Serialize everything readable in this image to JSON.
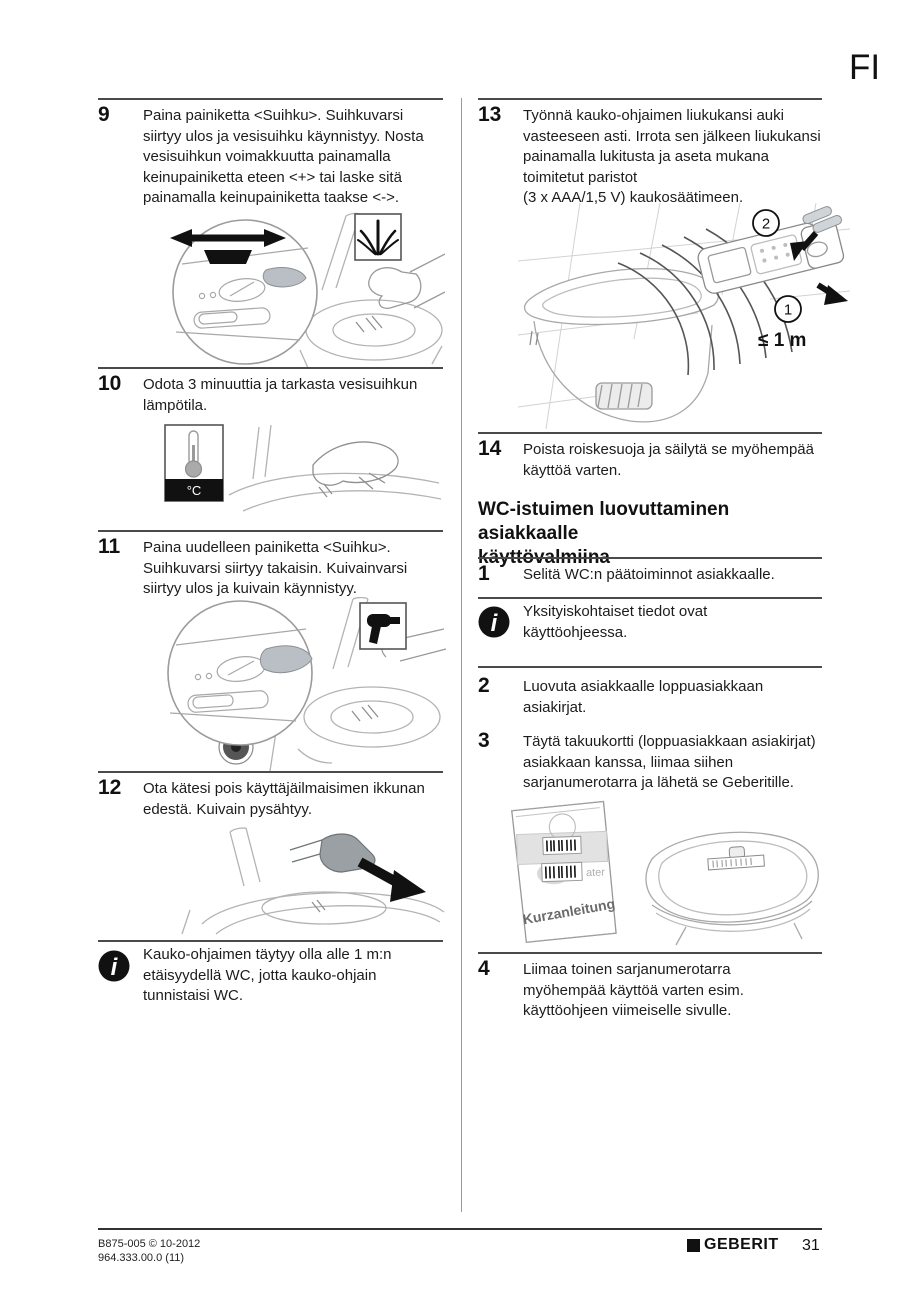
{
  "page": {
    "lang_label": "FI",
    "footer": {
      "doc_codes": "B875-005 © 10-2012\n964.333.00.0 (11)",
      "brand": "GEBERIT",
      "page_number": "31"
    }
  },
  "left_column": {
    "steps": [
      {
        "num": "9",
        "text": "Paina painiketta <Suihku>. Suihkuvarsi\nsiirtyy ulos ja vesisuihku käynnistyy. Nosta\nvesisuihkun voimakkuutta painamalla\nkeinupainiketta eteen <+> tai laske sitä\npainamalla keinupainiketta taakse <->."
      },
      {
        "num": "10",
        "text": "Odota 3 minuuttia ja tarkasta vesisuihkun\nlämpötila."
      },
      {
        "num": "11",
        "text": "Paina uudelleen painiketta <Suihku>.\nSuihkuvarsi siirtyy takaisin. Kuivainvarsi\nsiirtyy ulos ja kuivain käynnistyy."
      },
      {
        "num": "12",
        "text": "Ota kätesi pois käyttäjäilmaisimen ikkunan\nedestä. Kuivain pysähtyy."
      }
    ],
    "note": {
      "text": "Kauko-ohjaimen täytyy olla alle 1 m:n\netäisyydellä WC, jotta kauko-ohjain\ntunnistaisi WC."
    }
  },
  "right_column": {
    "steps_top": [
      {
        "num": "13",
        "text": "Työnnä kauko-ohjaimen liukukansi auki\nvasteeseen asti. Irrota sen jälkeen liukukansi\npainamalla lukitusta ja aseta mukana\ntoimitetut paristot\n(3 x AAA/1,5 V) kaukosäätimeen."
      },
      {
        "num": "14",
        "text": "Poista roiskesuoja ja säilytä se myöhempää\nkäyttöä varten."
      }
    ],
    "section_heading": "WC-istuimen luovuttaminen asiakkaalle\nkäyttövalmiina",
    "note": {
      "text": "Yksityiskohtaiset tiedot ovat\nkäyttöohjeessa."
    },
    "steps_bottom": [
      {
        "num": "1",
        "text": "Selitä WC:n päätoiminnot asiakkaalle."
      },
      {
        "num": "2",
        "text": "Luovuta asiakkaalle loppuasiakkaan\nasiakirjat."
      },
      {
        "num": "3",
        "text": "Täytä takuukortti (loppuasiakkaan asiakirjat)\nasiakkaan kanssa, liimaa siihen\nsarjanumerotarra ja lähetä se Geberitille."
      },
      {
        "num": "4",
        "text": "Liimaa toinen sarjanumerotarra\nmyöhempää käyttöä varten esim.\nkäyttöohjeen viimeiselle sivulle."
      }
    ]
  },
  "figures": {
    "fig10": {
      "temp_label": "°C"
    },
    "fig13": {
      "distance_label": "≤ 1 m",
      "callout_1": "1",
      "callout_2": "2"
    },
    "fig3": {
      "booklet_title": "Kurzanleitung",
      "booklet_fragment": "ater"
    }
  }
}
